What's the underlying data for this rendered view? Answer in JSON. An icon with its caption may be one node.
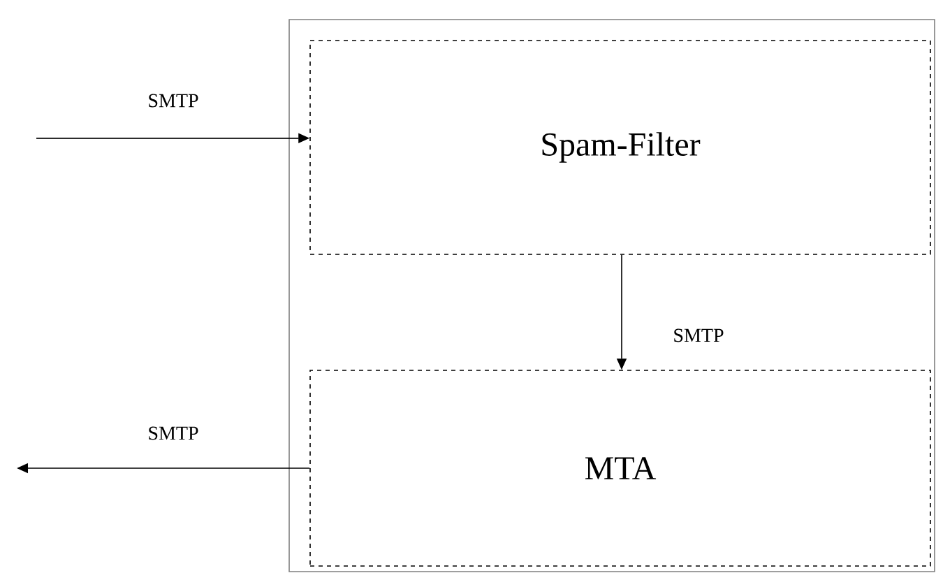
{
  "diagram": {
    "nodes": [
      {
        "text": [],
        "shape": "box"
      },
      {
        "text": [
          "Spam-Filter"
        ],
        "in": 0
      },
      {
        "text": [
          "MTA"
        ],
        "in": 0
      }
    ],
    "edges": [
      {
        "from": null,
        "to": 1,
        "arrow": "to",
        "label": "SMTP"
      },
      {
        "from": 1,
        "to": 2,
        "arrow": "to",
        "label": "SMTP"
      },
      {
        "from": 2,
        "to": null,
        "arrow": "to",
        "label": "SMTP"
      }
    ]
  }
}
